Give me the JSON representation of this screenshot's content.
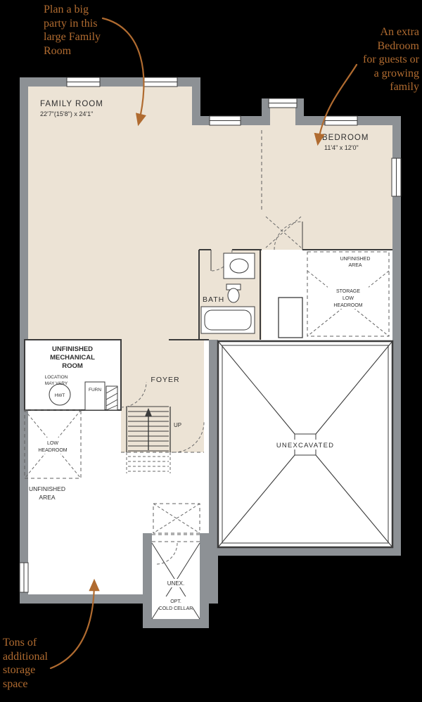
{
  "colors": {
    "background": "#000000",
    "wall_gray": "#8d9195",
    "floor_beige": "#ece3d5",
    "floor_white": "#ffffff",
    "annotation_brown": "#b06b30",
    "line_dark": "#3b3b3b"
  },
  "annotations": {
    "family_room_note": "Plan a big\nparty in this\nlarge Family\nRoom",
    "bedroom_note": "An extra\nBedroom\nfor guests or\na growing\nfamily",
    "storage_note": "Tons of\nadditional\nstorage\nspace"
  },
  "labels": {
    "family_room": "FAMILY ROOM",
    "family_room_dims": "22'7\"(15'8\") x 24'1\"",
    "bedroom": "BEDROOM",
    "bedroom_dims": "11'4\" x 12'0\"",
    "bath": "BATH",
    "unfinished_right_1": "UNFINISHED",
    "unfinished_right_2": "AREA",
    "storage_1": "STORAGE",
    "storage_2": "LOW",
    "storage_3": "HEADROOM",
    "mech_1": "UNFINISHED",
    "mech_2": "MECHANICAL",
    "mech_3": "ROOM",
    "mech_note_1": "LOCATION",
    "mech_note_2": "MAY VARY",
    "hwt": "HWT",
    "furn": "FURN",
    "foyer": "FOYER",
    "up": "UP",
    "low_headroom_1": "LOW",
    "low_headroom_2": "HEADROOM",
    "unfinished_left_1": "UNFINISHED",
    "unfinished_left_2": "AREA",
    "unexcavated": "UNEXCAVATED",
    "cellar_unex": "UNEX.",
    "cellar_opt": "OPT.",
    "cellar_name": "COLD CELLAR"
  }
}
